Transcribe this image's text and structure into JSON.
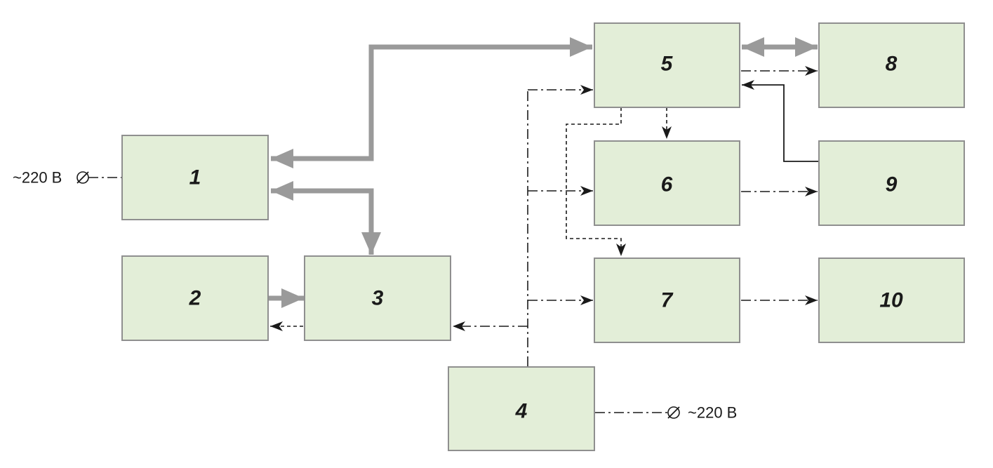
{
  "blocks": [
    "1",
    "2",
    "3",
    "4",
    "5",
    "6",
    "7",
    "8",
    "9",
    "10"
  ],
  "power": {
    "left_label": "~220 В",
    "right_label": "~220 В"
  },
  "colors": {
    "block_fill": "#e3eed8",
    "block_border": "#8f8f8f",
    "bus_line": "#9a9a9a",
    "signal_line": "#1a1a1a"
  }
}
